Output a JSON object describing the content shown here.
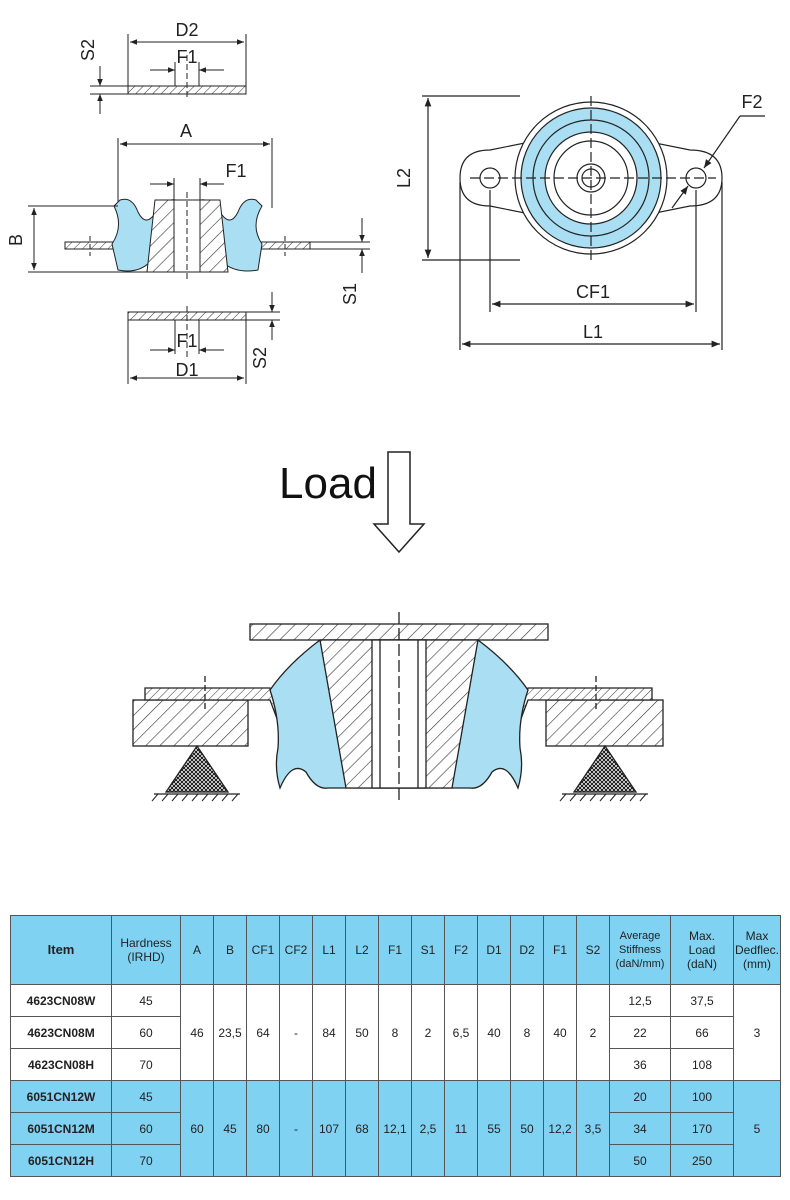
{
  "diagram": {
    "labels": {
      "d2": "D2",
      "f1_top": "F1",
      "s2_top": "S2",
      "a": "A",
      "f1_mid": "F1",
      "b": "B",
      "s1": "S1",
      "f1_bottom": "F1",
      "d1": "D1",
      "s2_bottom": "S2",
      "l2": "L2",
      "f2": "F2",
      "cf1": "CF1",
      "l1": "L1"
    },
    "load_label": "Load",
    "colors": {
      "rubber": "#a9def3",
      "rubber_edge": "#2a2a2a",
      "header": "#7fd2f2"
    }
  },
  "table": {
    "headers": {
      "item": "Item",
      "hardness": [
        "Hardness",
        "(IRHD)"
      ],
      "a": "A",
      "b": "B",
      "cf1": "CF1",
      "cf2": "CF2",
      "l1": "L1",
      "l2": "L2",
      "f1": "F1",
      "s1": "S1",
      "f2": "F2",
      "d1": "D1",
      "d2": "D2",
      "f1b": "F1",
      "s2": "S2",
      "stiffness": [
        "Average",
        "Stiffness",
        "(daN/mm)"
      ],
      "load": [
        "Max.",
        "Load",
        "(daN)"
      ],
      "deflection": [
        "Max",
        "Dedflec.",
        "(mm)"
      ]
    },
    "group1": {
      "shared": {
        "a": "46",
        "b": "23,5",
        "cf1": "64",
        "cf2": "-",
        "l1": "84",
        "l2": "50",
        "f1": "8",
        "s1": "2",
        "f2": "6,5",
        "d1": "40",
        "d2": "8",
        "f1b": "40",
        "s2": "2",
        "deflection": "3"
      },
      "rows": [
        {
          "item": "4623CN08W",
          "hardness": "45",
          "stiffness": "12,5",
          "load": "37,5"
        },
        {
          "item": "4623CN08M",
          "hardness": "60",
          "stiffness": "22",
          "load": "66"
        },
        {
          "item": "4623CN08H",
          "hardness": "70",
          "stiffness": "36",
          "load": "108"
        }
      ]
    },
    "group2": {
      "shared": {
        "a": "60",
        "b": "45",
        "cf1": "80",
        "cf2": "-",
        "l1": "107",
        "l2": "68",
        "f1": "12,1",
        "s1": "2,5",
        "f2": "11",
        "d1": "55",
        "d2": "50",
        "f1b": "12,2",
        "s2": "3,5",
        "deflection": "5"
      },
      "rows": [
        {
          "item": "6051CN12W",
          "hardness": "45",
          "stiffness": "20",
          "load": "100"
        },
        {
          "item": "6051CN12M",
          "hardness": "60",
          "stiffness": "34",
          "load": "170"
        },
        {
          "item": "6051CN12H",
          "hardness": "70",
          "stiffness": "50",
          "load": "250"
        }
      ]
    }
  }
}
